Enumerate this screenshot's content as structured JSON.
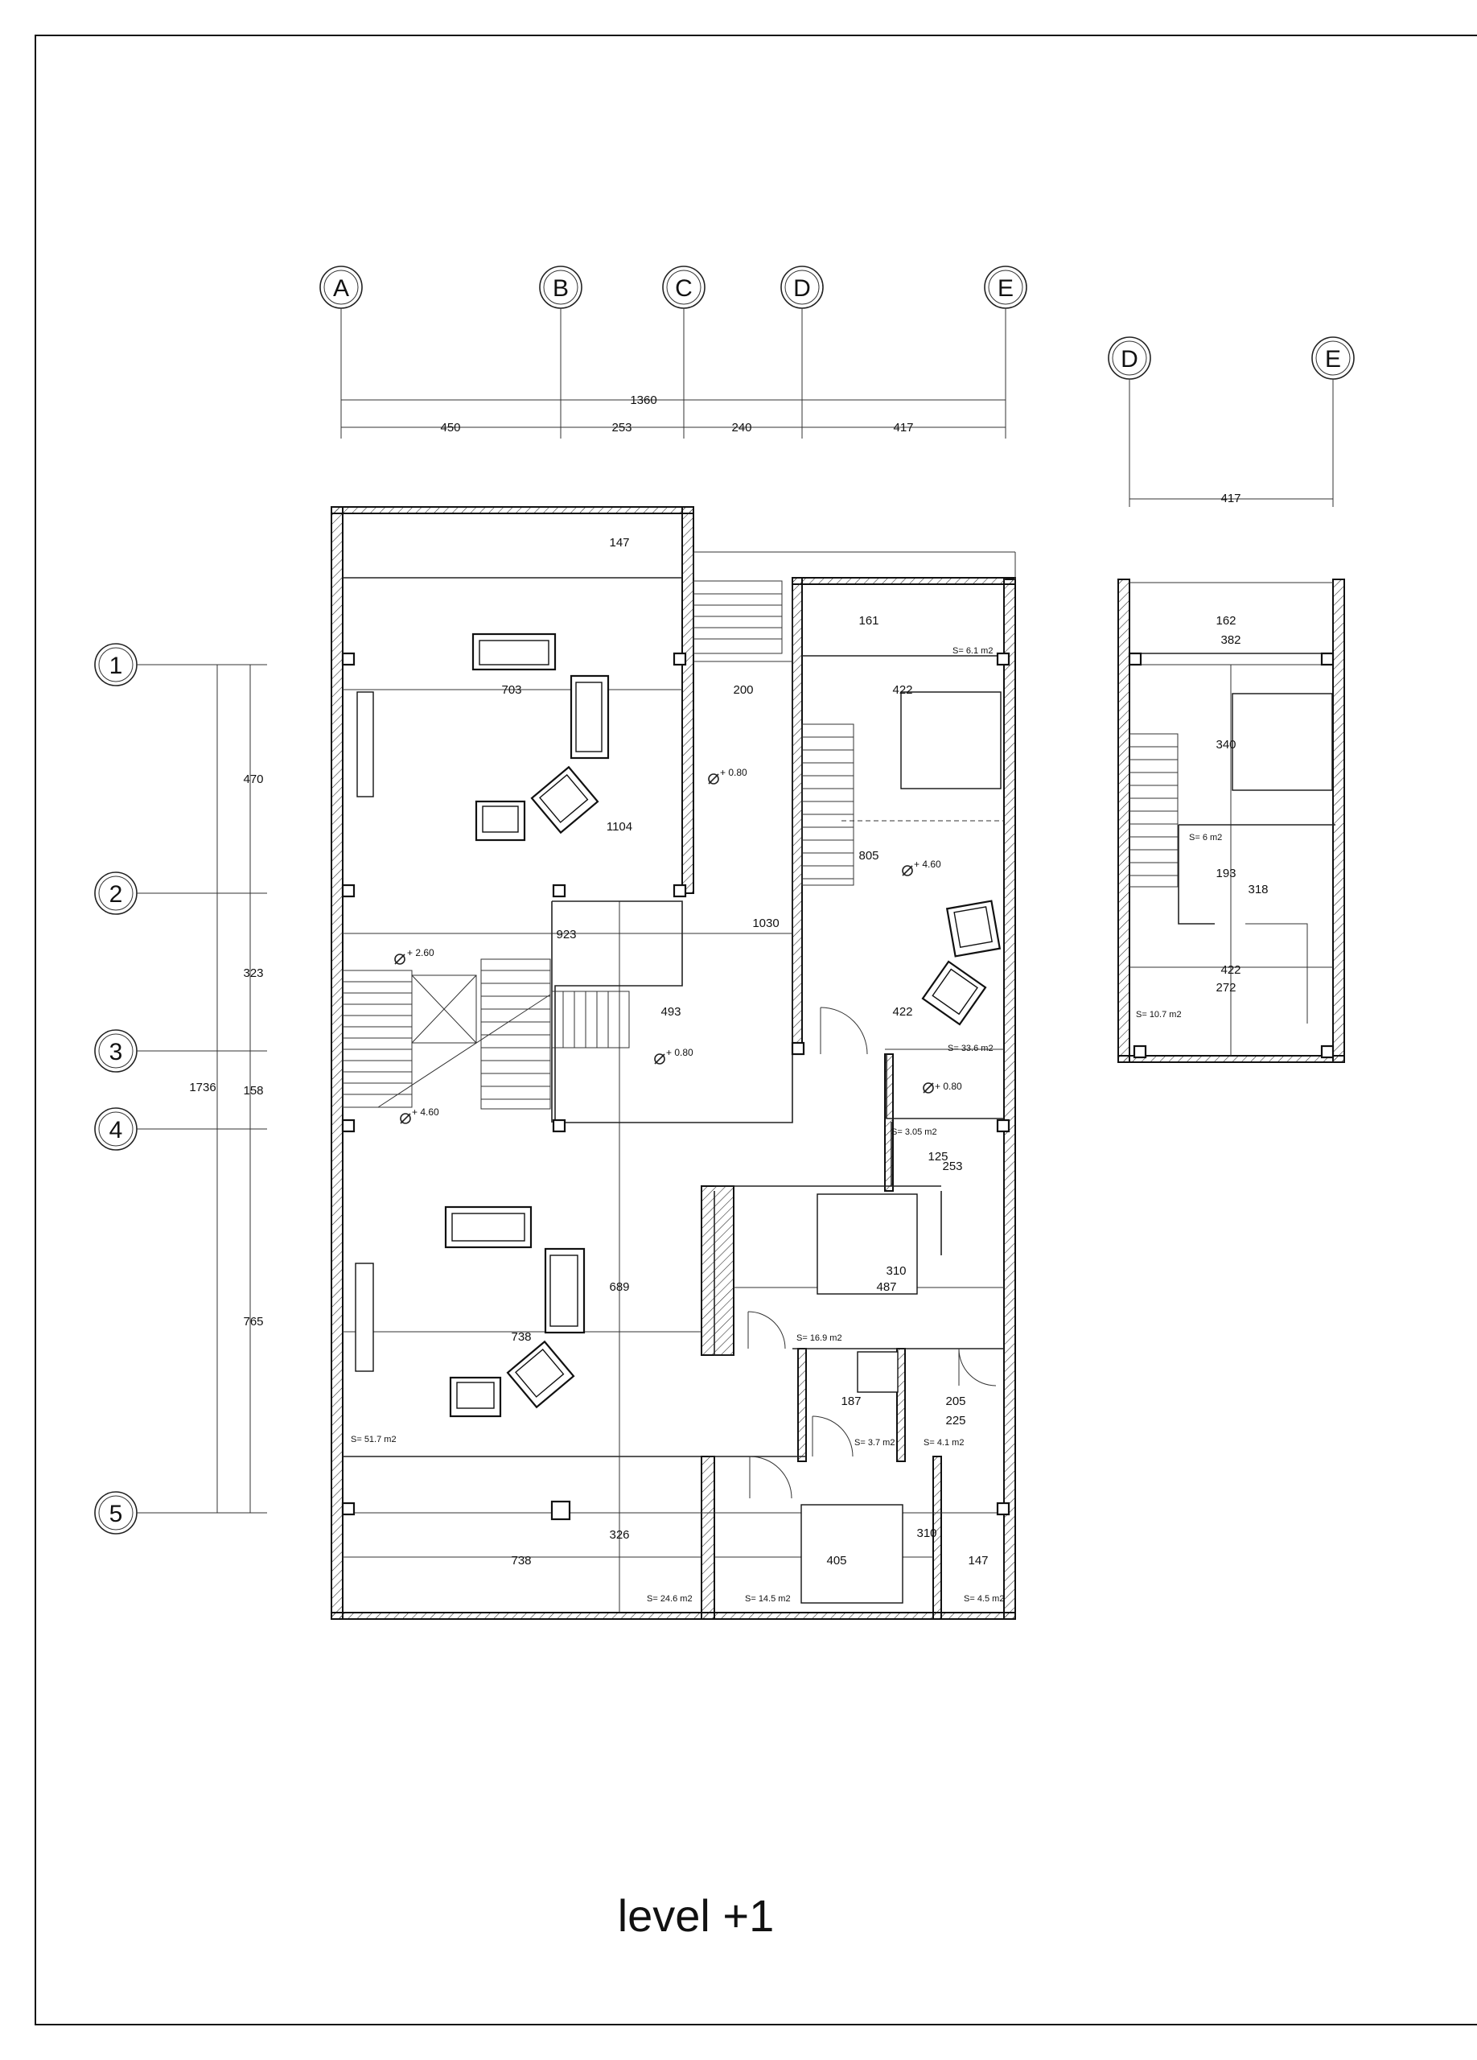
{
  "title": "level +1",
  "grid_columns_main": [
    "A",
    "B",
    "C",
    "D",
    "E"
  ],
  "grid_columns_annex": [
    "D",
    "E"
  ],
  "grid_rows": [
    "1",
    "2",
    "3",
    "4",
    "5"
  ],
  "dims_top": {
    "total": "1360",
    "segments": [
      "450",
      "253",
      "240",
      "417"
    ]
  },
  "dims_annex": {
    "total": "417"
  },
  "dims_left": {
    "total": "1736",
    "segments": [
      "470",
      "323",
      "158",
      "765"
    ]
  },
  "room_dims": {
    "d147a": "147",
    "d161": "161",
    "d703": "703",
    "d200": "200",
    "d422a": "422",
    "d1104": "1104",
    "d805": "805",
    "d923": "923",
    "d1030": "1030",
    "d493": "493",
    "d422b": "422",
    "d125": "125",
    "d253": "253",
    "d310a": "310",
    "d487": "487",
    "d689": "689",
    "d738a": "738",
    "d187": "187",
    "d205": "205",
    "d225": "225",
    "d326": "326",
    "d738b": "738",
    "d405": "405",
    "d310b": "310",
    "d147b": "147",
    "a162": "162",
    "a382": "382",
    "a340": "340",
    "a193": "193",
    "a318": "318",
    "a422": "422",
    "a272": "272"
  },
  "areas": {
    "s61": "S= 6.1 m2",
    "s336": "S= 33.6 m2",
    "s305": "S= 3.05 m2",
    "s169": "S= 16.9 m2",
    "s37": "S= 3.7 m2",
    "s41": "S= 4.1 m2",
    "s517": "S= 51.7 m2",
    "s246": "S= 24.6 m2",
    "s145": "S= 14.5 m2",
    "s45": "S= 4.5 m2",
    "a6": "S= 6 m2",
    "a107": "S= 10.7 m2"
  },
  "elevations": {
    "e080a": "+ 0.80",
    "e460a": "+ 4.60",
    "e260": "+ 2.60",
    "e080b": "+ 0.80",
    "e460b": "+ 4.60",
    "e080c": "+ 0.80"
  }
}
